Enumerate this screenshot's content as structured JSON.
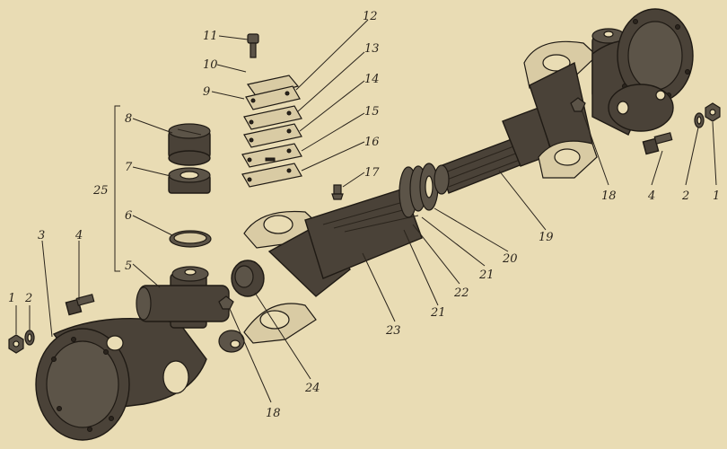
{
  "colors": {
    "paper": "#e9dcb4",
    "ink": "#2a241c",
    "metal": "#4a4238"
  },
  "labels": [
    {
      "id": "l1a",
      "text": "1"
    },
    {
      "id": "l2a",
      "text": "2"
    },
    {
      "id": "l3",
      "text": "3"
    },
    {
      "id": "l4a",
      "text": "4"
    },
    {
      "id": "l5",
      "text": "5"
    },
    {
      "id": "l6",
      "text": "6"
    },
    {
      "id": "l7",
      "text": "7"
    },
    {
      "id": "l8",
      "text": "8"
    },
    {
      "id": "l9",
      "text": "9"
    },
    {
      "id": "l10",
      "text": "10"
    },
    {
      "id": "l11",
      "text": "11"
    },
    {
      "id": "l12",
      "text": "12"
    },
    {
      "id": "l13",
      "text": "13"
    },
    {
      "id": "l14",
      "text": "14"
    },
    {
      "id": "l15",
      "text": "15"
    },
    {
      "id": "l16",
      "text": "16"
    },
    {
      "id": "l17",
      "text": "17"
    },
    {
      "id": "l18a",
      "text": "18"
    },
    {
      "id": "l18b",
      "text": "18"
    },
    {
      "id": "l19",
      "text": "19"
    },
    {
      "id": "l20",
      "text": "20"
    },
    {
      "id": "l21a",
      "text": "21"
    },
    {
      "id": "l21b",
      "text": "21"
    },
    {
      "id": "l22",
      "text": "22"
    },
    {
      "id": "l23",
      "text": "23"
    },
    {
      "id": "l24",
      "text": "24"
    },
    {
      "id": "l25",
      "text": "25"
    },
    {
      "id": "l4b",
      "text": "4"
    },
    {
      "id": "l2b",
      "text": "2"
    },
    {
      "id": "l1b",
      "text": "1"
    }
  ]
}
